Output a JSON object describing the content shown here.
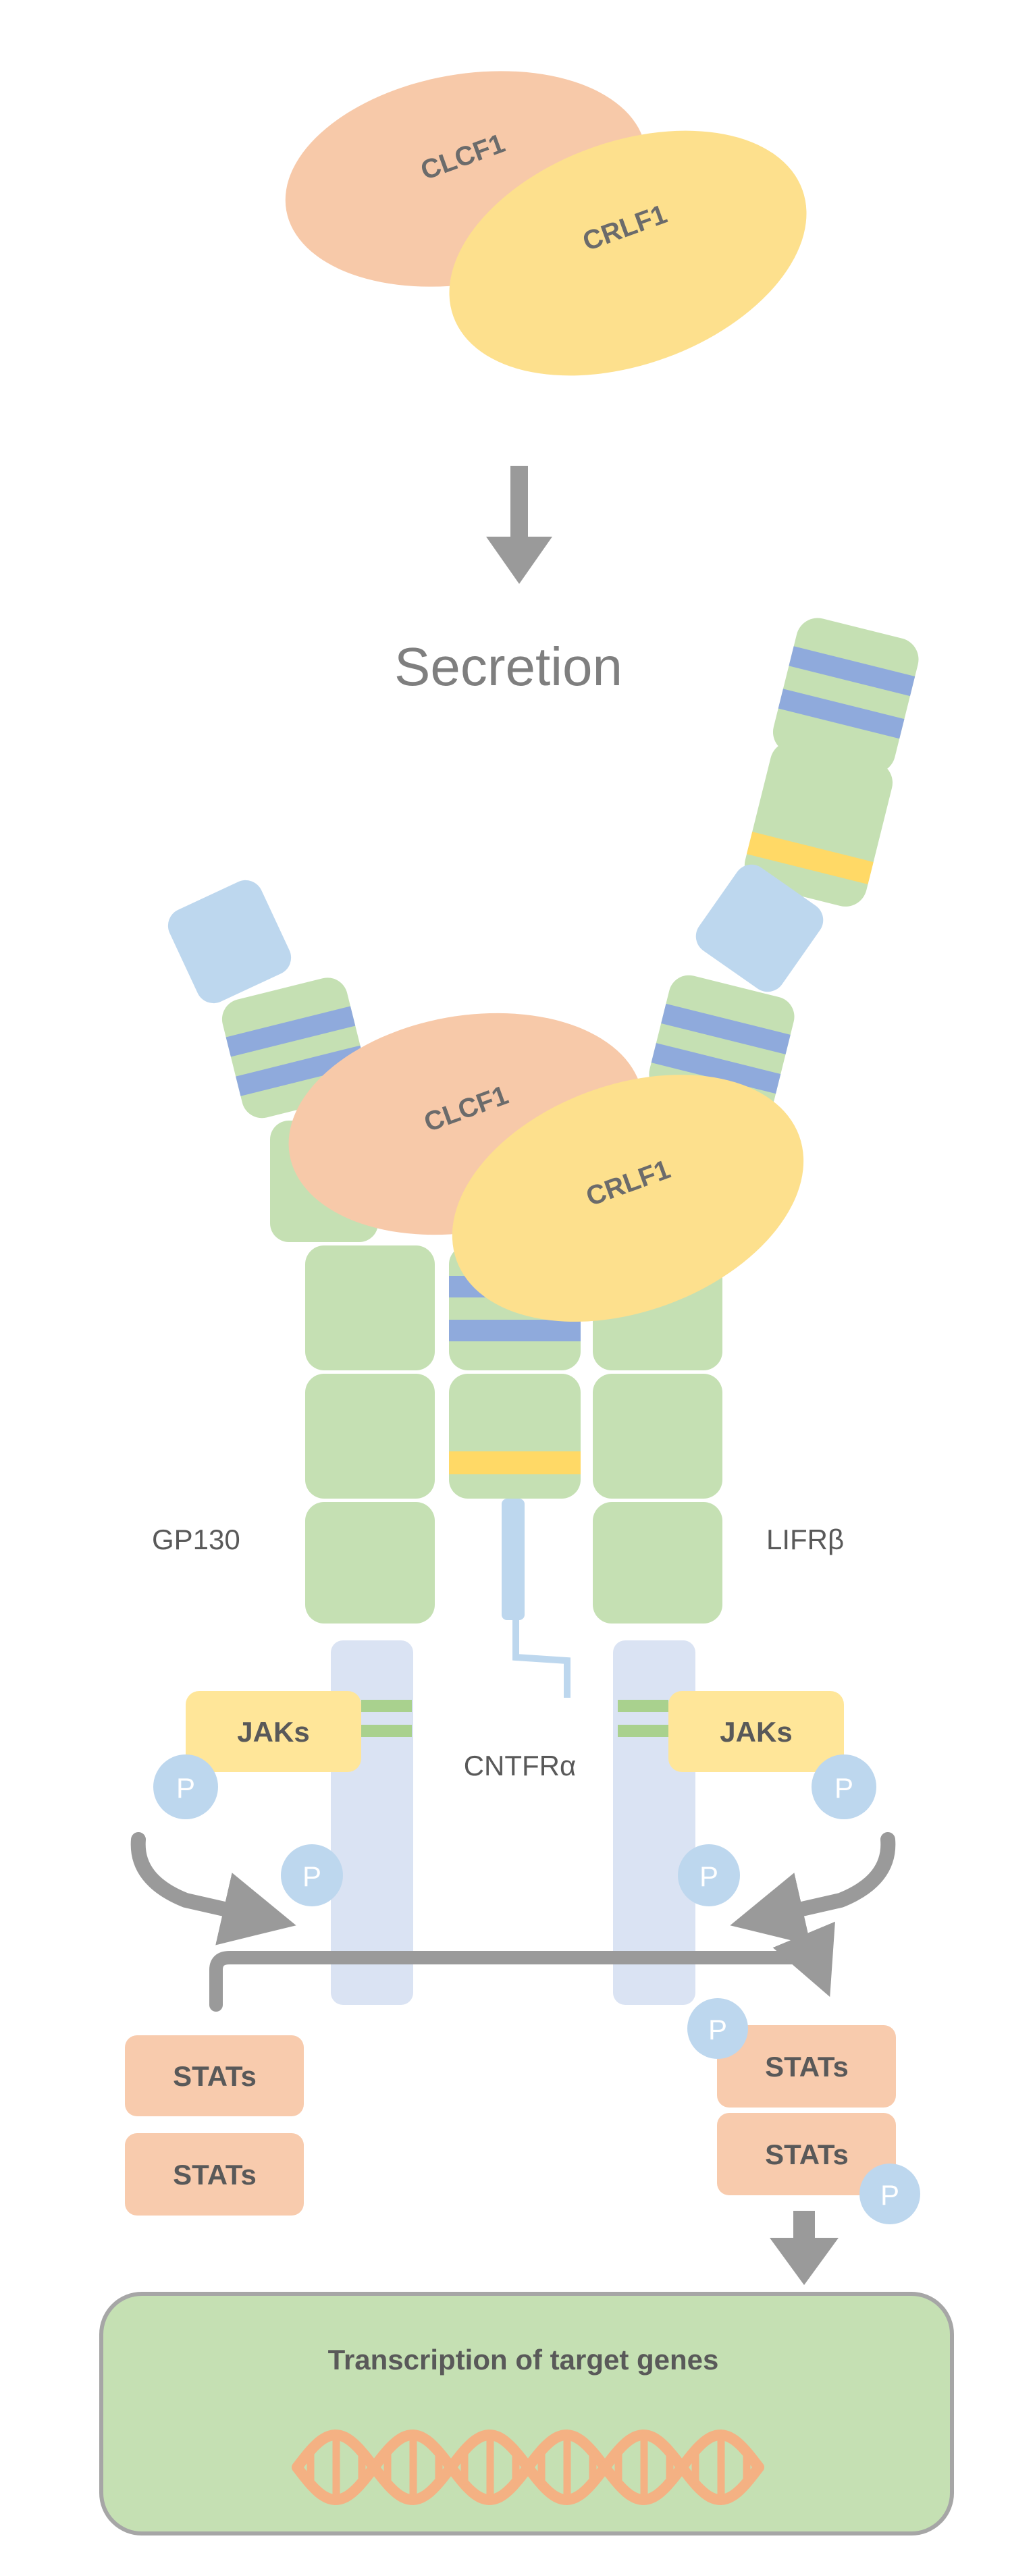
{
  "colors": {
    "clcf1": "#F7C9A9",
    "crlf1": "#FDE08D",
    "receptor_green": "#C5E0B3",
    "receptor_blue_band": "#8FAADC",
    "receptor_yellow_band": "#FFD966",
    "light_blue": "#BDD7EE",
    "membrane_gray": "#A6A6A6",
    "arrow_gray": "#9A9A9A",
    "intracellular_column": "#DAE3F3",
    "jak_yellow": "#FFE699",
    "stat_orange": "#F8CBAD",
    "phospho_blue": "#BDD7EE",
    "nucleus_green": "#C5E0B3",
    "dna_orange": "#F4B183",
    "text_dark": "#595959"
  },
  "ligand_top": {
    "clcf1": "CLCF1",
    "crlf1": "CRLF1"
  },
  "ligand_bound": {
    "clcf1": "CLCF1",
    "crlf1": "CRLF1"
  },
  "secretion_label": "Secretion",
  "receptors": {
    "gp130": "GP130",
    "lifr": "LIFRβ",
    "cntfr": "CNTFRα"
  },
  "jaks": {
    "left": "JAKs",
    "right": "JAKs"
  },
  "phospho": "P",
  "stats": {
    "left_top": "STATs",
    "left_bottom": "STATs",
    "right_top": "STATs",
    "right_bottom": "STATs"
  },
  "nucleus_label": "Transcription of target genes",
  "icons": {
    "dna": "dna-helix-icon",
    "phosphate": "phosphate-icon",
    "arrow": "arrow-icon"
  }
}
